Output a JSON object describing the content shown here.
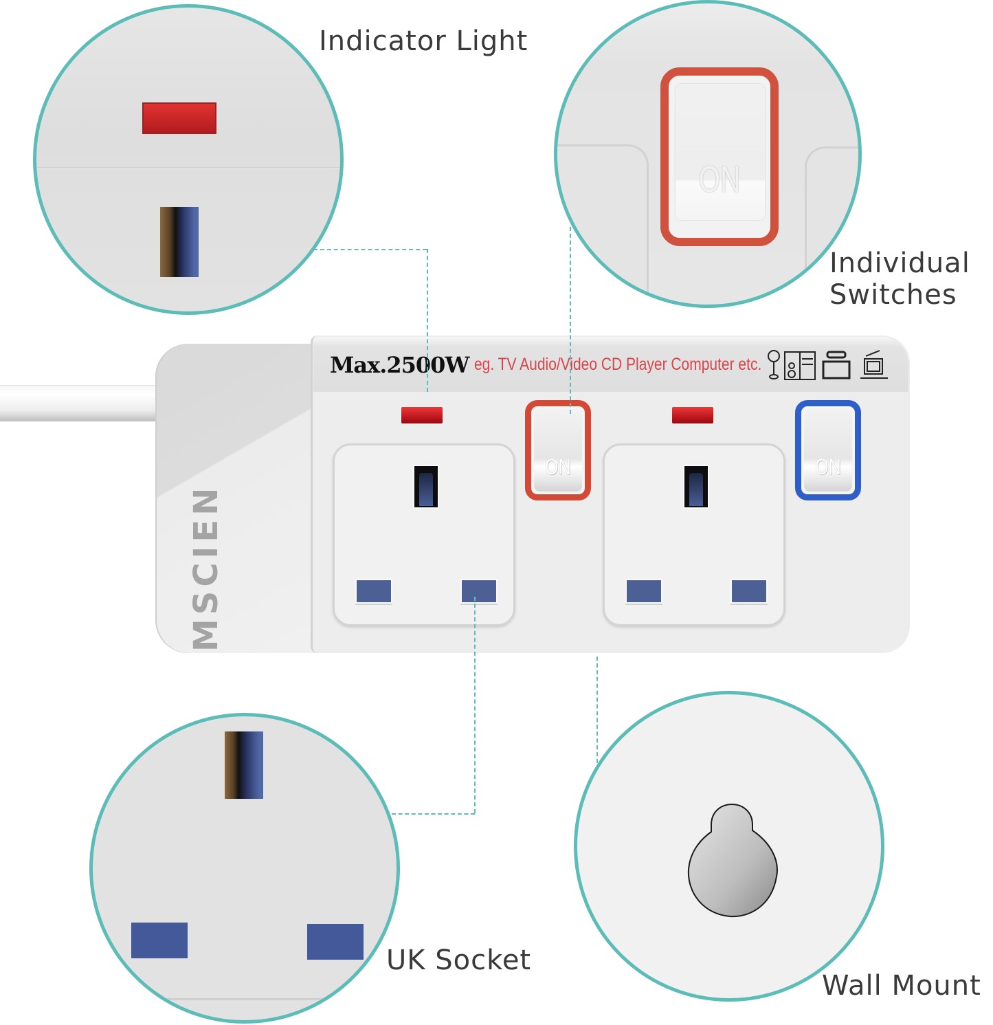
{
  "labels": {
    "indicator_light": "Indicator Light",
    "individual_switches_line1": "Individual",
    "individual_switches_line2": "Switches",
    "uk_socket": "UK Socket",
    "wall_mount": "Wall Mount"
  },
  "product": {
    "brand_logo": "MSCIEN",
    "max_power": "Max.2500W",
    "usage_examples": "eg. TV Audio/Video CD Player Computer etc.",
    "device_icons": [
      "microphone-icon",
      "audio-video-rack-icon",
      "tv-icon",
      "computer-icon"
    ],
    "sockets": [
      {
        "id": 1,
        "indicator": "on",
        "switch_label": "ON",
        "switch_ring_color": "#d24a35"
      },
      {
        "id": 2,
        "indicator": "on",
        "switch_label": "ON",
        "switch_ring_color": "#2e5fc9"
      }
    ]
  },
  "zoom_detail": {
    "switch_label": "ON"
  },
  "colors": {
    "accent_teal": "#5cbcb8",
    "indicator_red": "#c41e24",
    "text_red": "#d6454a",
    "pin_blue": "#4d6096"
  }
}
